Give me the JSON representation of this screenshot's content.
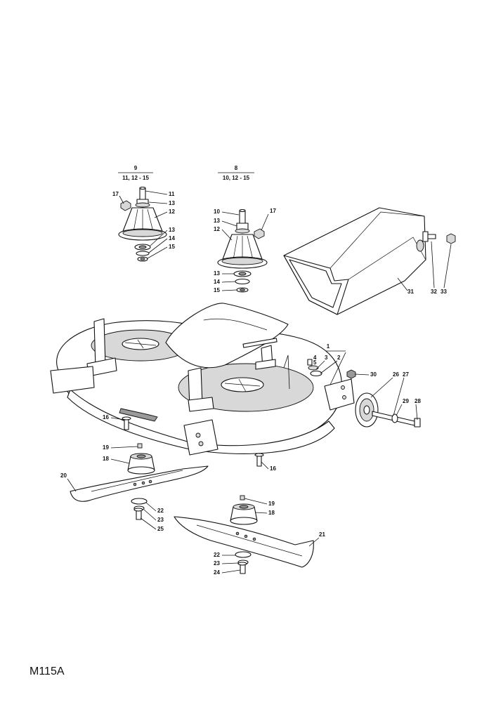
{
  "page_code": "M115A",
  "groups": [
    {
      "id": "g9",
      "top": "9",
      "bottom": "11, 12 - 15"
    },
    {
      "id": "g8",
      "top": "8",
      "bottom": "10, 12 - 15"
    },
    {
      "id": "g1",
      "top": "1",
      "bottom": ""
    }
  ],
  "callouts": [
    "1",
    "2",
    "3",
    "4",
    "5",
    "8",
    "9",
    "10",
    "11",
    "12",
    "13",
    "14",
    "15",
    "16",
    "17",
    "18",
    "19",
    "20",
    "21",
    "22",
    "23",
    "24",
    "25",
    "26",
    "27",
    "28",
    "29",
    "30",
    "31",
    "32",
    "33"
  ]
}
